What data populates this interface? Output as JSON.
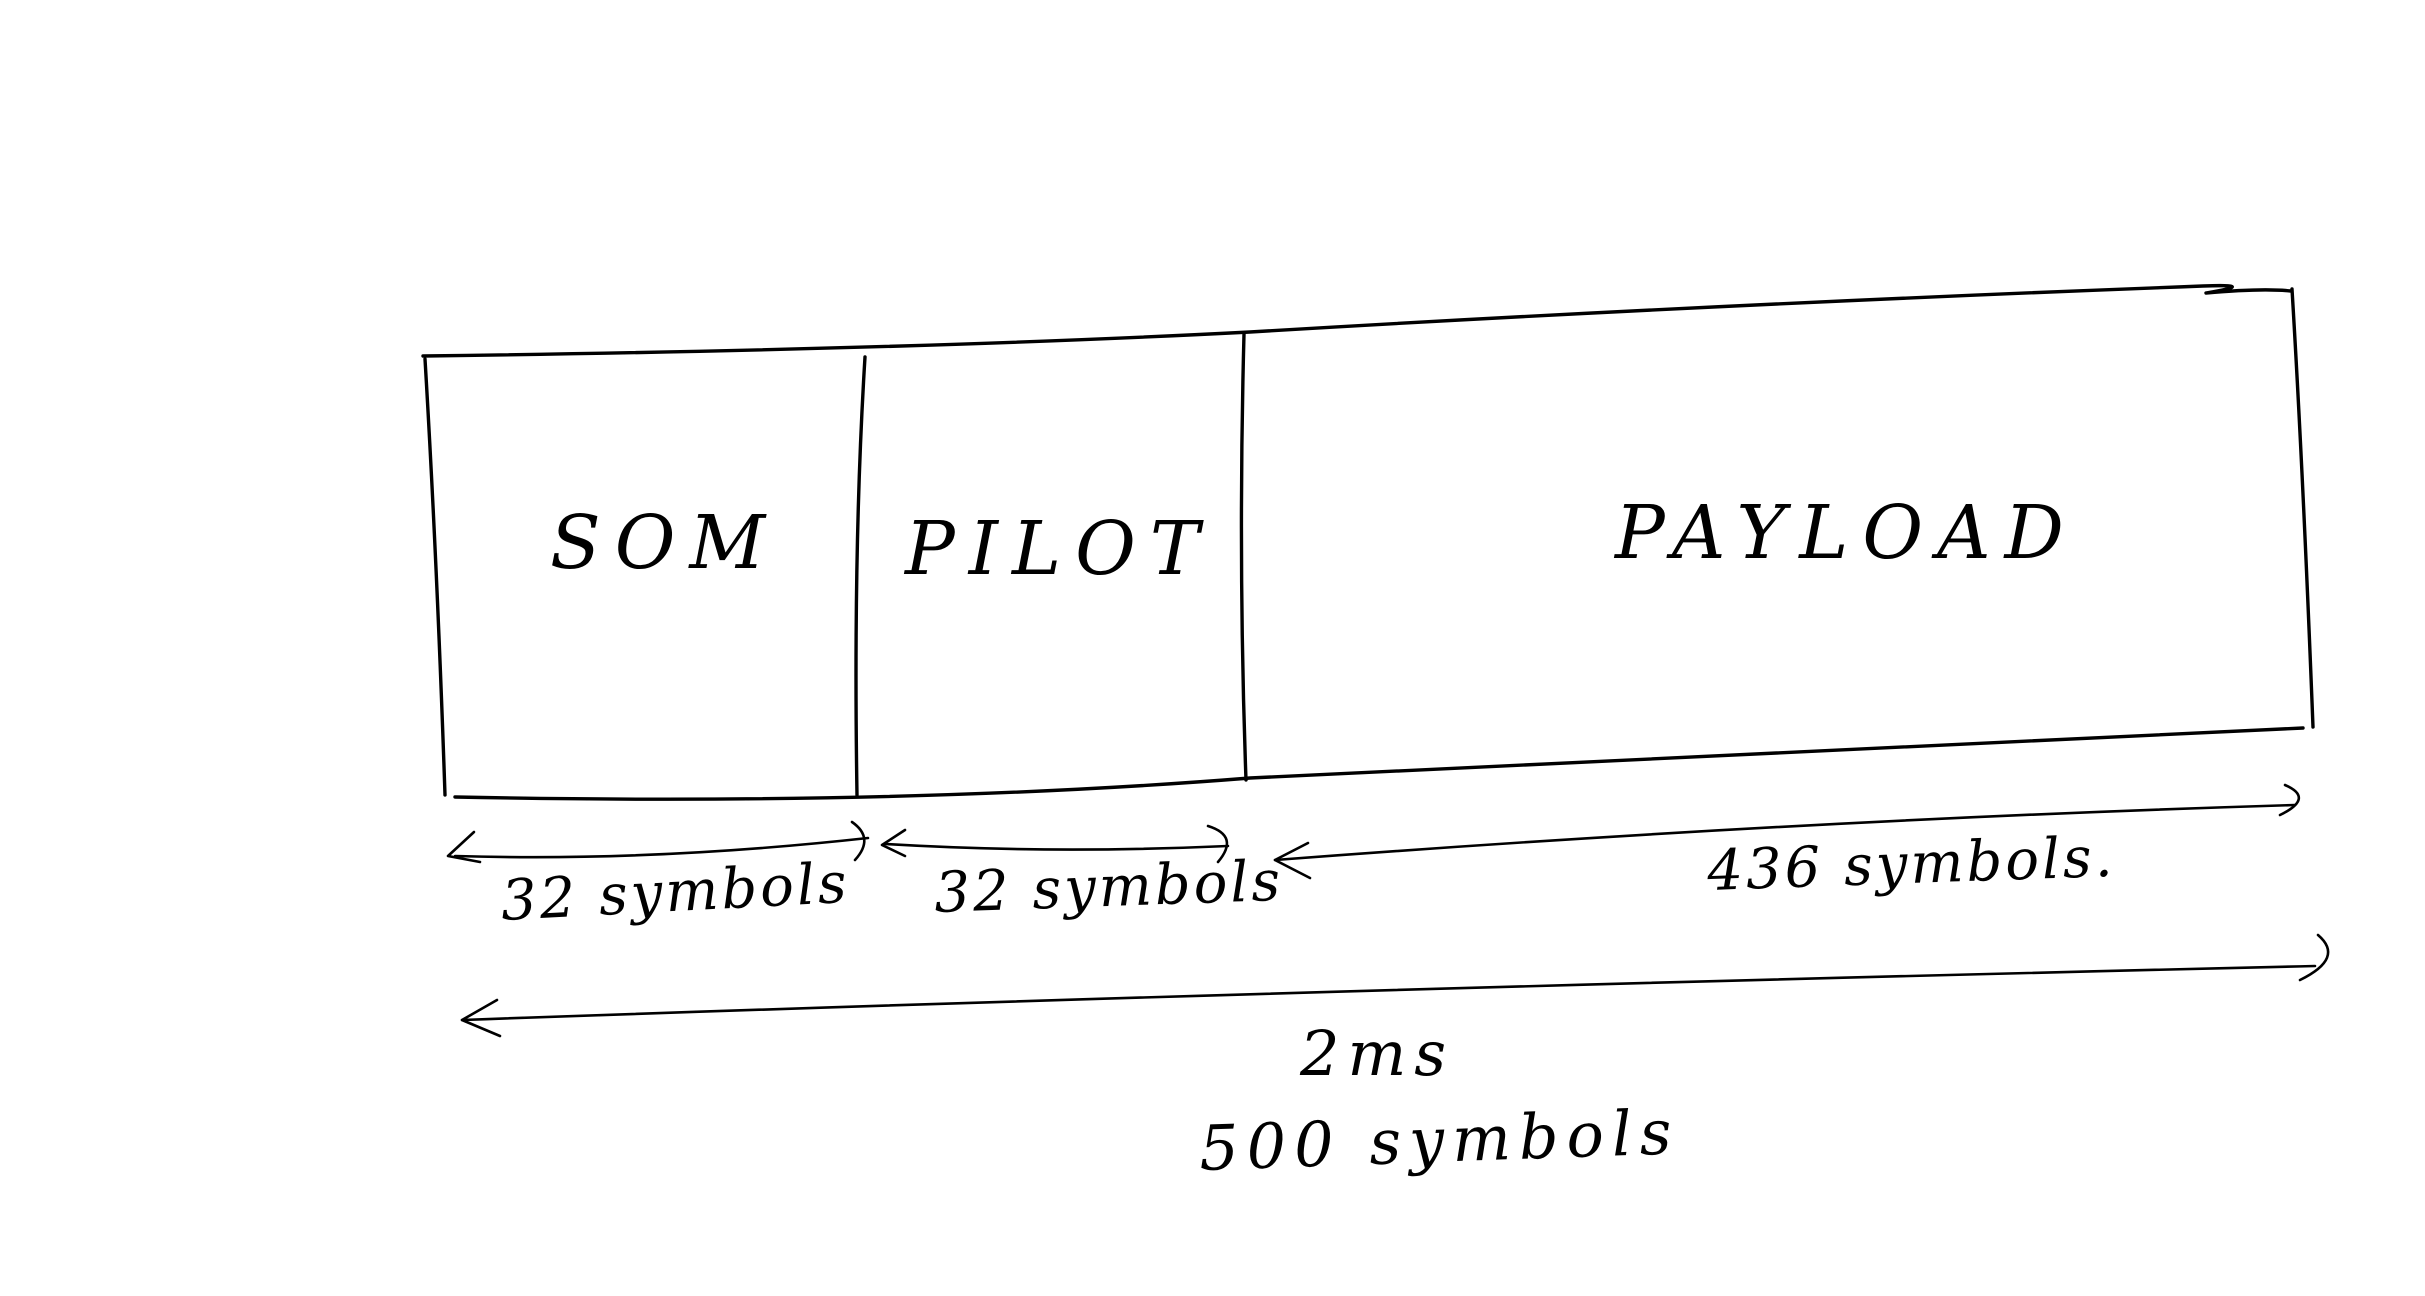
{
  "diagram": {
    "segments": [
      {
        "id": "som",
        "label": "SOM",
        "length_label": "32 symbols"
      },
      {
        "id": "pilot",
        "label": "PILOT",
        "length_label": "32 symbols"
      },
      {
        "id": "payload",
        "label": "PAYLOAD",
        "length_label": "436 symbols."
      }
    ],
    "total": {
      "duration": "2ms",
      "length_label": "500 symbols"
    },
    "ink_color": "#000000",
    "background_color": "#ffffff"
  }
}
